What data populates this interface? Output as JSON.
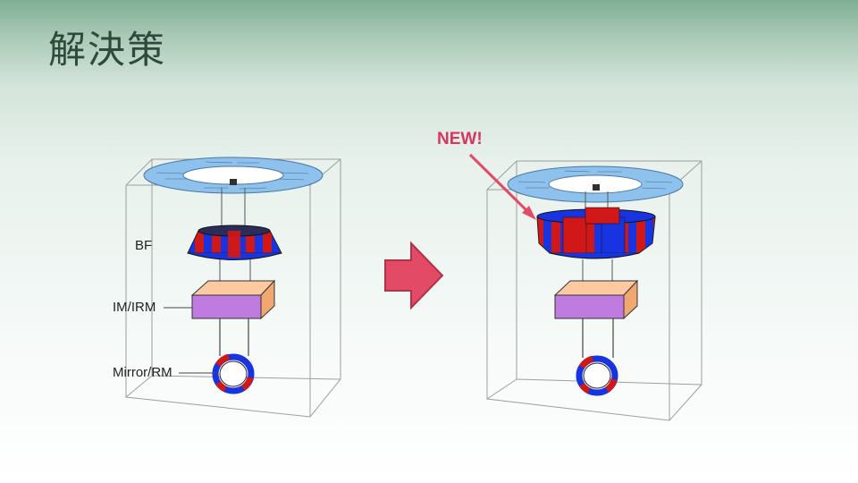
{
  "slide": {
    "title": "解決策",
    "new_label": "NEW!"
  },
  "diagram_left": {
    "labels": {
      "bf": "BF",
      "im": "IM/IRM",
      "mirror": "Mirror/RM"
    }
  },
  "colors": {
    "ring": "#8ec2ec",
    "coil_blue": "#1834e0",
    "coil_red": "#d01818",
    "box_top": "#fcc9a0",
    "box_front": "#c07be0",
    "arrow": "#e34a66",
    "new_text": "#d8355f"
  },
  "icons": {
    "transition_arrow": "right-arrow-icon",
    "pointer": "pointer-arrow-icon"
  }
}
